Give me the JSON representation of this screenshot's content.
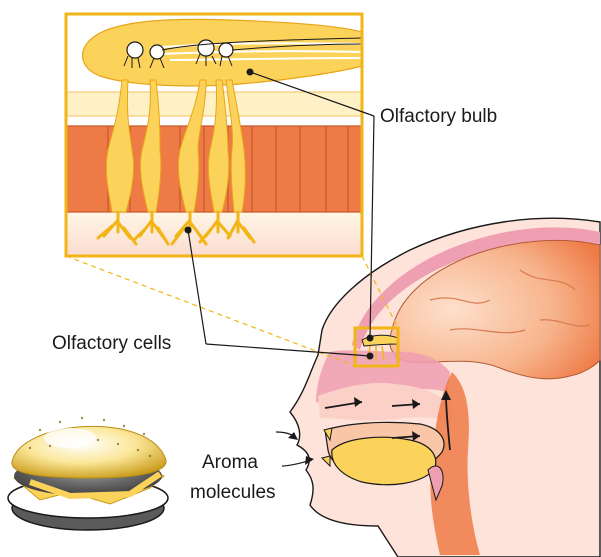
{
  "labels": {
    "olfactory_bulb": "Olfactory bulb",
    "olfactory_cells": "Olfactory cells",
    "aroma_line1": "Aroma",
    "aroma_line2": "molecules"
  },
  "colors": {
    "inset_border": "#f2b515",
    "yellow": "#fcd35a",
    "pale_yellow": "#fff1c6",
    "orange": "#ee7a45",
    "skin": "#fde3d9",
    "pink": "#ee9fb2",
    "leader": "#1a1a1a"
  },
  "icons": [
    "burger-illustration",
    "head-illustration",
    "brain-illustration",
    "neuron-inset"
  ]
}
